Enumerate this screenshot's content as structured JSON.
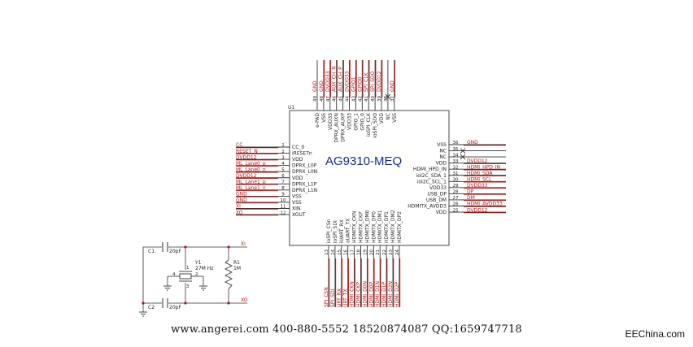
{
  "chip": {
    "designator": "U1",
    "part": "AG9310-MEQ",
    "left_pins": [
      {
        "num": "1",
        "name": "CC_0",
        "net": "CC"
      },
      {
        "num": "2",
        "name": "iRESETn",
        "net": "RESET_N"
      },
      {
        "num": "3",
        "name": "VDD",
        "net": "DVDD12"
      },
      {
        "num": "4",
        "name": "DPRX_L0P",
        "net": "ML_Lane0_p"
      },
      {
        "num": "5",
        "name": "DPRX_L0N",
        "net": "ML_Lane0_n"
      },
      {
        "num": "6",
        "name": "VDD",
        "net": "DVDD12"
      },
      {
        "num": "7",
        "name": "DPRX_L1P",
        "net": "ML_Lane1_p"
      },
      {
        "num": "8",
        "name": "DPRX_L1N",
        "net": "ML_Lane1_n"
      },
      {
        "num": "9",
        "name": "VSS",
        "net": "GND"
      },
      {
        "num": "10",
        "name": "VSS",
        "net": "GND"
      },
      {
        "num": "11",
        "name": "XIN",
        "net": "XI"
      },
      {
        "num": "12",
        "name": "XOUT",
        "net": "XO"
      }
    ],
    "right_pins": [
      {
        "num": "36",
        "name": "VSS",
        "net": "GND"
      },
      {
        "num": "35",
        "name": "NC",
        "net": ""
      },
      {
        "num": "34",
        "name": "NC",
        "net": ""
      },
      {
        "num": "33",
        "name": "VDD",
        "net": "DVDD12"
      },
      {
        "num": "32",
        "name": "HDMI_HPD_IN",
        "net": "HDMI_HPD_IN"
      },
      {
        "num": "31",
        "name": "ioI2C_SDA_1",
        "net": "HDMI_SDA"
      },
      {
        "num": "30",
        "name": "ioI2C_SCL_1",
        "net": "HDMI_SCL"
      },
      {
        "num": "29",
        "name": "VDD33",
        "net": "DVDD33"
      },
      {
        "num": "28",
        "name": "USB_DP",
        "net": "DP"
      },
      {
        "num": "27",
        "name": "USB_DM",
        "net": "DM"
      },
      {
        "num": "26",
        "name": "HDMITX_AVDD3",
        "net": "HDMI_AVDD33"
      },
      {
        "num": "25",
        "name": "VDD",
        "net": "DVDD12"
      }
    ],
    "top_pins": [
      {
        "num": "49",
        "name": "e-PAD",
        "net": "GND"
      },
      {
        "num": "48",
        "name": "VSS",
        "net": "GND"
      },
      {
        "num": "47",
        "name": "VDD33",
        "net": "DVDD33"
      },
      {
        "num": "46",
        "name": "DPRX_AUXN",
        "net": "AUX_CH_N"
      },
      {
        "num": "45",
        "name": "DPRX_AUXP",
        "net": "AUX_CH_P"
      },
      {
        "num": "44",
        "name": "VDD33",
        "net": "DVDD33"
      },
      {
        "num": "43",
        "name": "GPIO_1",
        "net": "GPIO1"
      },
      {
        "num": "42",
        "name": "GPIO_0",
        "net": "GPIO0"
      },
      {
        "num": "41",
        "name": "ioSPI_CLK",
        "net": "SPI_CLK"
      },
      {
        "num": "40",
        "name": "ioSPI_SDO",
        "net": "SPI_SDO"
      },
      {
        "num": "39",
        "name": "VDD",
        "net": "DVDD12"
      },
      {
        "num": "38",
        "name": "NC",
        "net": ""
      },
      {
        "num": "37",
        "name": "VSS",
        "net": "GND"
      }
    ],
    "bottom_pins": [
      {
        "num": "13",
        "name": "ioSPI_CSn",
        "net": "SPI_CSN"
      },
      {
        "num": "14",
        "name": "ioSPI_SDI",
        "net": "SPI_SDI"
      },
      {
        "num": "15",
        "name": "iUART_RX",
        "net": "URT_RX"
      },
      {
        "num": "16",
        "name": "oUART_TX",
        "net": "URT_TX"
      },
      {
        "num": "17",
        "name": "HDMITX_CKN",
        "net": "HDMI_CKN"
      },
      {
        "num": "18",
        "name": "HDMITX_CKP",
        "net": "HDMI_CKP"
      },
      {
        "num": "19",
        "name": "HDMITX_DM0",
        "net": "HDMI_D0N"
      },
      {
        "num": "20",
        "name": "HDMITX_DP0",
        "net": "HDMI_D0P"
      },
      {
        "num": "21",
        "name": "HDMITX_DM1",
        "net": "HDMI_D1N"
      },
      {
        "num": "22",
        "name": "HDMITX_DP1",
        "net": "HDMI_D1P"
      },
      {
        "num": "23",
        "name": "HDMITX_DM2",
        "net": "HDMI_D2N"
      },
      {
        "num": "24",
        "name": "HDMITX_DP2",
        "net": "HDMI_D2P"
      }
    ]
  },
  "crystal": {
    "c1": {
      "ref": "C1",
      "value": "20pF"
    },
    "c2": {
      "ref": "C2",
      "value": "20pF"
    },
    "y1": {
      "ref": "Y1",
      "value": "27M Hz"
    },
    "r1": {
      "ref": "R1",
      "value": "1M"
    },
    "pin_labels": [
      "4",
      "1",
      "2",
      "3"
    ],
    "net_xi": "XI",
    "net_xo": "XO"
  },
  "footer": {
    "contact": "www.angerei.com 400-880-5552 18520874087 QQ:1659747718",
    "brand": "EEChina.com"
  }
}
